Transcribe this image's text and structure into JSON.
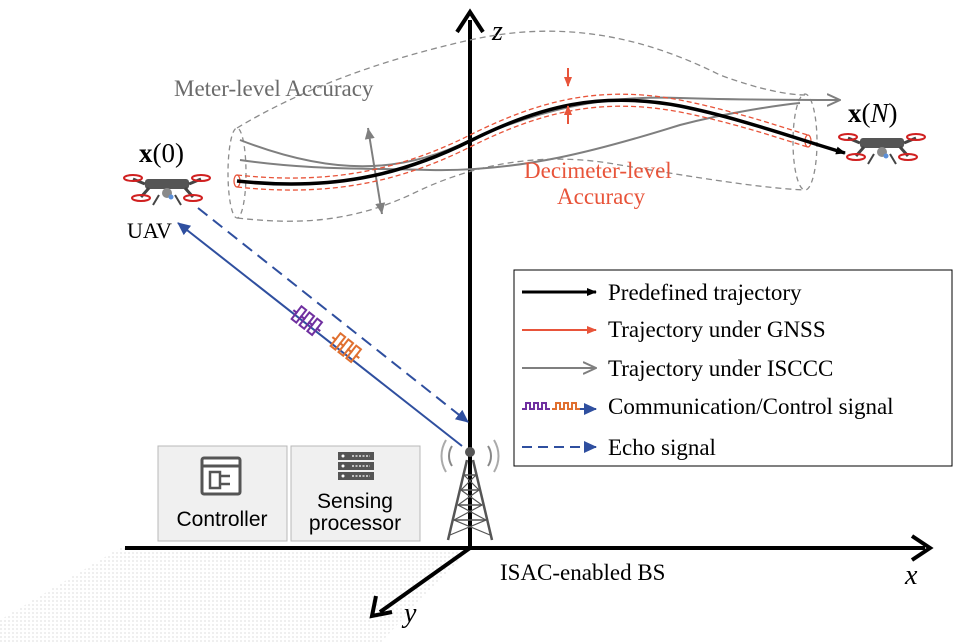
{
  "axes": {
    "z": "z",
    "x": "x",
    "y": "y"
  },
  "labels": {
    "meter_accuracy": "Meter-level Accuracy",
    "decimeter_accuracy_line1": "Decimeter-level",
    "decimeter_accuracy_line2": "Accuracy",
    "start_bold": "x",
    "start_arg": "(0)",
    "end_bold": "x",
    "end_arg_open": "(",
    "end_arg_n": "N",
    "end_arg_close": ")",
    "uav": "UAV",
    "bs": "ISAC-enabled BS",
    "controller": "Controller",
    "sensing_line1": "Sensing",
    "sensing_line2": "processor"
  },
  "legend": [
    {
      "label": "Predefined trajectory",
      "color": "#000000"
    },
    {
      "label": "Trajectory under GNSS",
      "color": "#e8543a"
    },
    {
      "label": "Trajectory under ISCCC",
      "color": "#7f7f7f"
    },
    {
      "label": "Communication/Control signal",
      "color": "#2f4f9f"
    },
    {
      "label": "Echo signal",
      "color": "#2f4f9f"
    }
  ],
  "colors": {
    "accent_red": "#e8543a",
    "gray_text": "#6b6b6b",
    "blue_arrow": "#2f4f9f",
    "signal_purple": "#7030a0",
    "signal_orange": "#e07030"
  },
  "icons": [
    "drone-icon",
    "antenna-tower-icon",
    "controller-icon",
    "server-rack-icon"
  ]
}
